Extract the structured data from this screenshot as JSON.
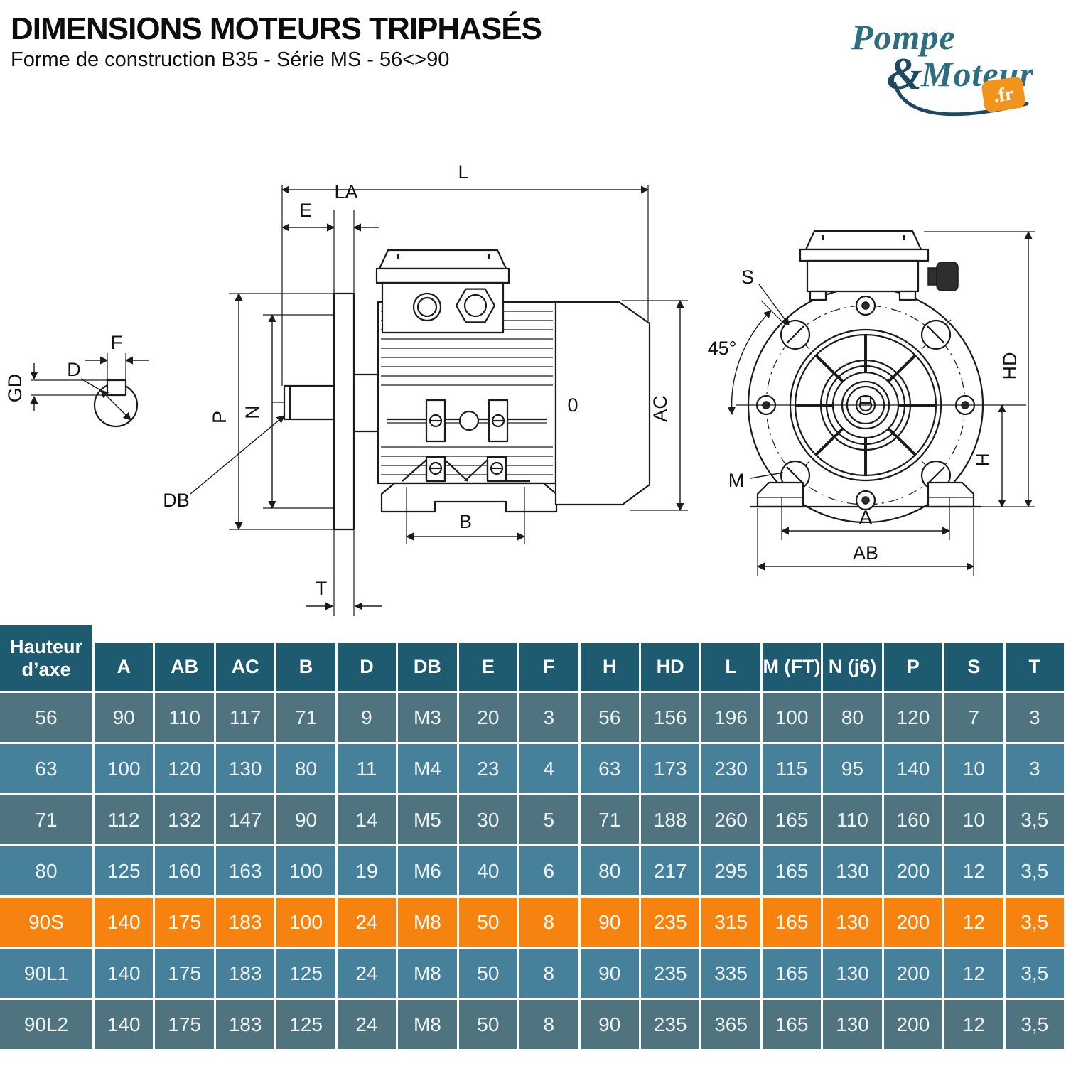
{
  "header": {
    "title": "DIMENSIONS MOTEURS TRIPHASÉS",
    "subtitle": "Forme de construction B35 - Série MS - 56<>90"
  },
  "logo": {
    "word1": "Pompe",
    "amp": "&",
    "word2": "Moteur",
    "badge": ".fr",
    "colors": {
      "teal": "#2f6e80",
      "dark": "#1d4a5f",
      "orange": "#f0941d"
    }
  },
  "drawing_labels": {
    "shaft_section": {
      "f": "F",
      "d": "D",
      "gd": "GD"
    },
    "side_view": {
      "l": "L",
      "la": "LA",
      "e": "E",
      "p": "P",
      "n": "N",
      "db": "DB",
      "b": "B",
      "t": "T",
      "ac": "AC",
      "o": "0"
    },
    "front_view": {
      "s": "S",
      "angle": "45°",
      "m": "M",
      "hd": "HD",
      "h": "H",
      "a": "A",
      "ab": "AB"
    }
  },
  "table": {
    "row_header_label": "Hauteur d’axe",
    "columns": [
      "A",
      "AB",
      "AC",
      "B",
      "D",
      "DB",
      "E",
      "F",
      "H",
      "HD",
      "L",
      "M (FT)",
      "N (j6)",
      "P",
      "S",
      "T"
    ],
    "rows": [
      {
        "label": "56",
        "highlight": false,
        "values": [
          "90",
          "110",
          "117",
          "71",
          "9",
          "M3",
          "20",
          "3",
          "56",
          "156",
          "196",
          "100",
          "80",
          "120",
          "7",
          "3"
        ]
      },
      {
        "label": "63",
        "highlight": false,
        "values": [
          "100",
          "120",
          "130",
          "80",
          "11",
          "M4",
          "23",
          "4",
          "63",
          "173",
          "230",
          "115",
          "95",
          "140",
          "10",
          "3"
        ]
      },
      {
        "label": "71",
        "highlight": false,
        "values": [
          "112",
          "132",
          "147",
          "90",
          "14",
          "M5",
          "30",
          "5",
          "71",
          "188",
          "260",
          "165",
          "110",
          "160",
          "10",
          "3,5"
        ]
      },
      {
        "label": "80",
        "highlight": false,
        "values": [
          "125",
          "160",
          "163",
          "100",
          "19",
          "M6",
          "40",
          "6",
          "80",
          "217",
          "295",
          "165",
          "130",
          "200",
          "12",
          "3,5"
        ]
      },
      {
        "label": "90S",
        "highlight": true,
        "values": [
          "140",
          "175",
          "183",
          "100",
          "24",
          "M8",
          "50",
          "8",
          "90",
          "235",
          "315",
          "165",
          "130",
          "200",
          "12",
          "3,5"
        ]
      },
      {
        "label": "90L1",
        "highlight": false,
        "values": [
          "140",
          "175",
          "183",
          "125",
          "24",
          "M8",
          "50",
          "8",
          "90",
          "235",
          "335",
          "165",
          "130",
          "200",
          "12",
          "3,5"
        ]
      },
      {
        "label": "90L2",
        "highlight": false,
        "values": [
          "140",
          "175",
          "183",
          "125",
          "24",
          "M8",
          "50",
          "8",
          "90",
          "235",
          "365",
          "165",
          "130",
          "200",
          "12",
          "3,5"
        ]
      }
    ],
    "colors": {
      "header_bg": "#1e5a70",
      "row_dark": "#4f7480",
      "row_light": "#46809b",
      "highlight_bg": "#f6830f",
      "grid": "#ffffff",
      "text": "#edf4f3"
    }
  }
}
